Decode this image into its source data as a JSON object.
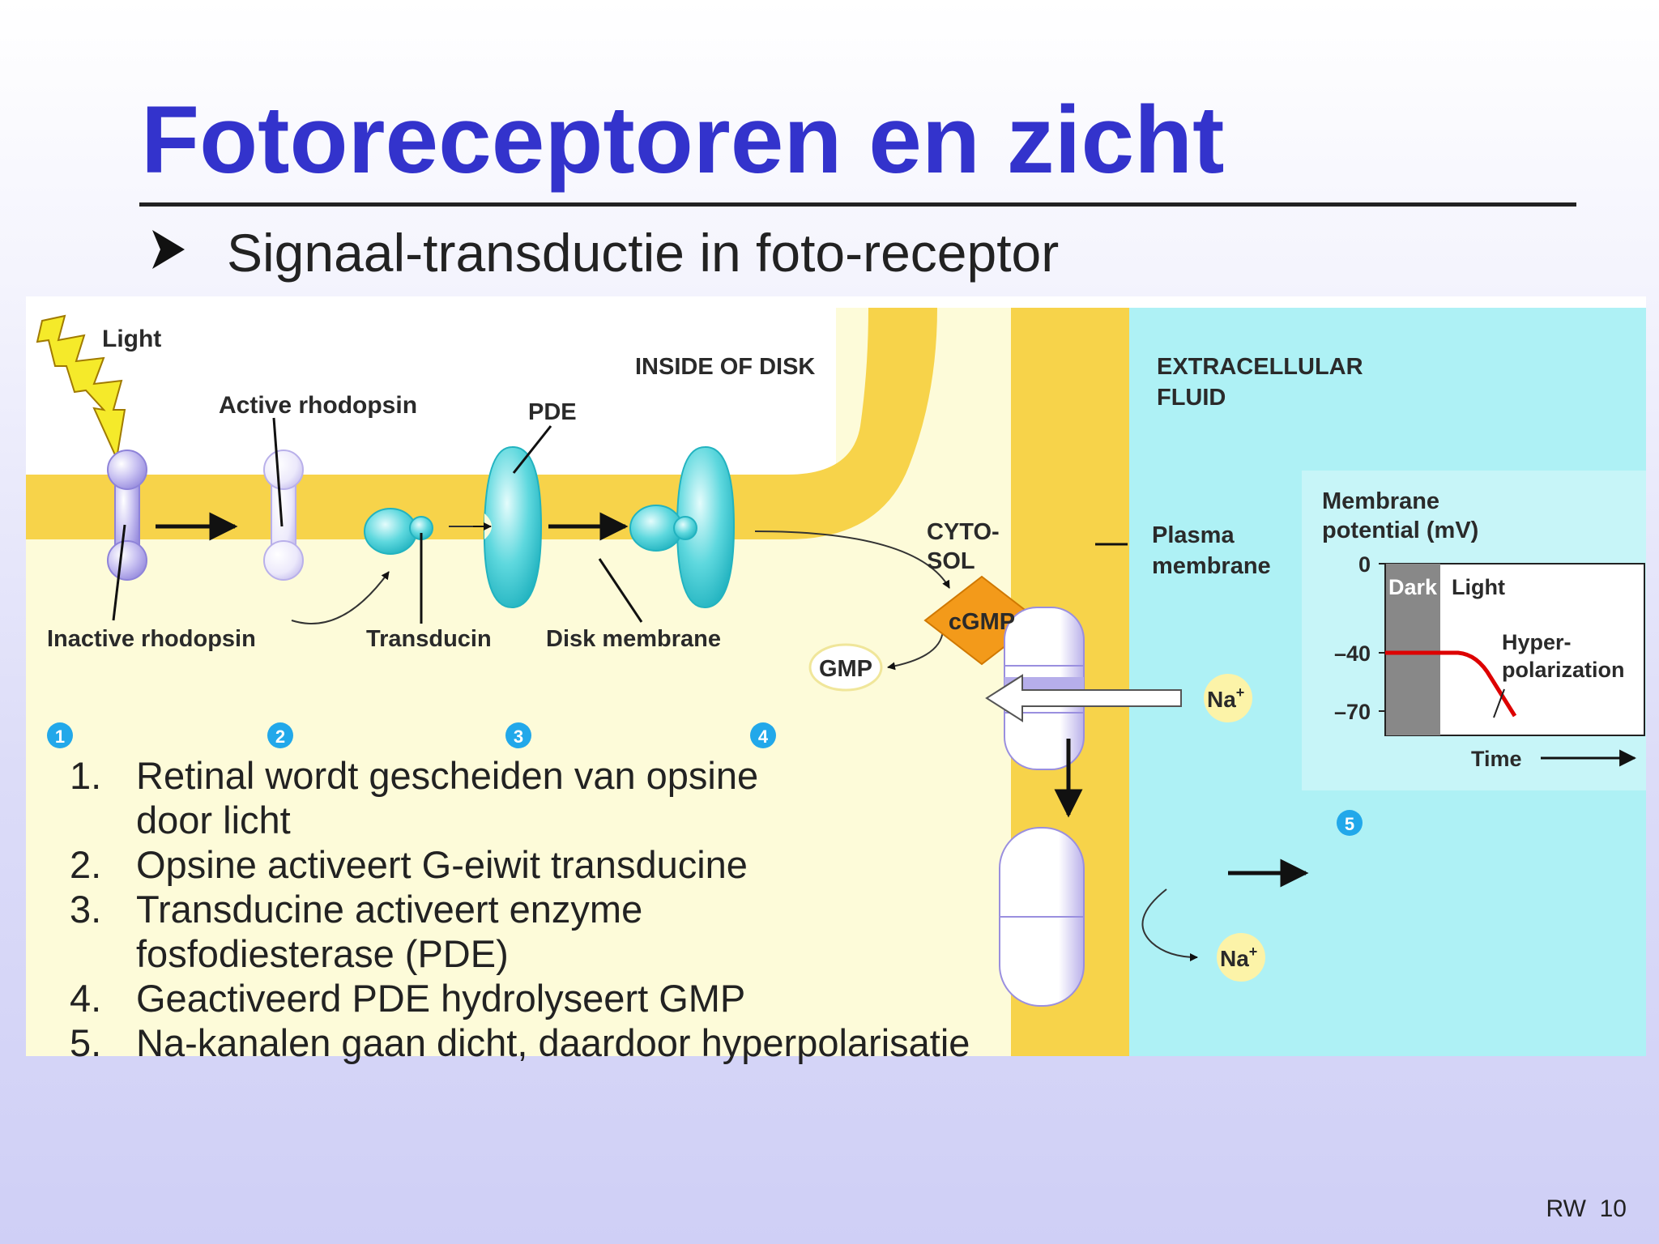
{
  "slide": {
    "title": "Fotoreceptoren en zicht",
    "subtitle": "Signaal-transductie in foto-receptor",
    "footer": "RW  10"
  },
  "diagram": {
    "light": "Light",
    "active_rhodopsin": "Active rhodopsin",
    "inside_of_disk": "INSIDE OF DISK",
    "pde": "PDE",
    "extracellular_fluid_1": "EXTRACELLULAR",
    "extracellular_fluid_2": "FLUID",
    "inactive_rhodopsin": "Inactive rhodopsin",
    "transducin": "Transducin",
    "disk_membrane": "Disk membrane",
    "cytosol_1": "CYTO-",
    "cytosol_2": "SOL",
    "cgmp": "cGMP",
    "gmp": "GMP",
    "plasma_membrane_1": "Plasma",
    "plasma_membrane_2": "membrane",
    "na_upper": "Na",
    "na_lower": "Na",
    "na_charge": "+",
    "step_markers": [
      "1",
      "2",
      "3",
      "4",
      "5"
    ]
  },
  "graph": {
    "ylabel_1": "Membrane",
    "ylabel_2": "potential (mV)",
    "tick_0": "0",
    "tick_40": "–40",
    "tick_70": "–70",
    "dark": "Dark",
    "light": "Light",
    "hyper_1": "Hyper-",
    "hyper_2": "polarization",
    "xlabel": "Time",
    "resting_potential_mv": -40,
    "hyperpolarized_mv": -70
  },
  "steps": [
    {
      "num": "1.",
      "text": "Retinal wordt gescheiden van opsine\ndoor licht"
    },
    {
      "num": "2.",
      "text": "Opsine activeert G-eiwit transducine"
    },
    {
      "num": "3.",
      "text": "Transducine activeert enzyme\nfosfodiesterase (PDE)"
    },
    {
      "num": "4.",
      "text": "Geactiveerd PDE hydrolyseert GMP"
    },
    {
      "num": "5.",
      "text": "Na-kanalen gaan dicht, daardoor hyperpolarisatie"
    }
  ],
  "colors": {
    "title": "#3333cc",
    "membrane": "#f7d34a",
    "cytosol": "#fdfbd9",
    "extracellular": "#aef1f5",
    "cgmp": "#f39a1a",
    "step_marker": "#22a8ea",
    "hyperpolarization_curve": "#dd0000"
  }
}
